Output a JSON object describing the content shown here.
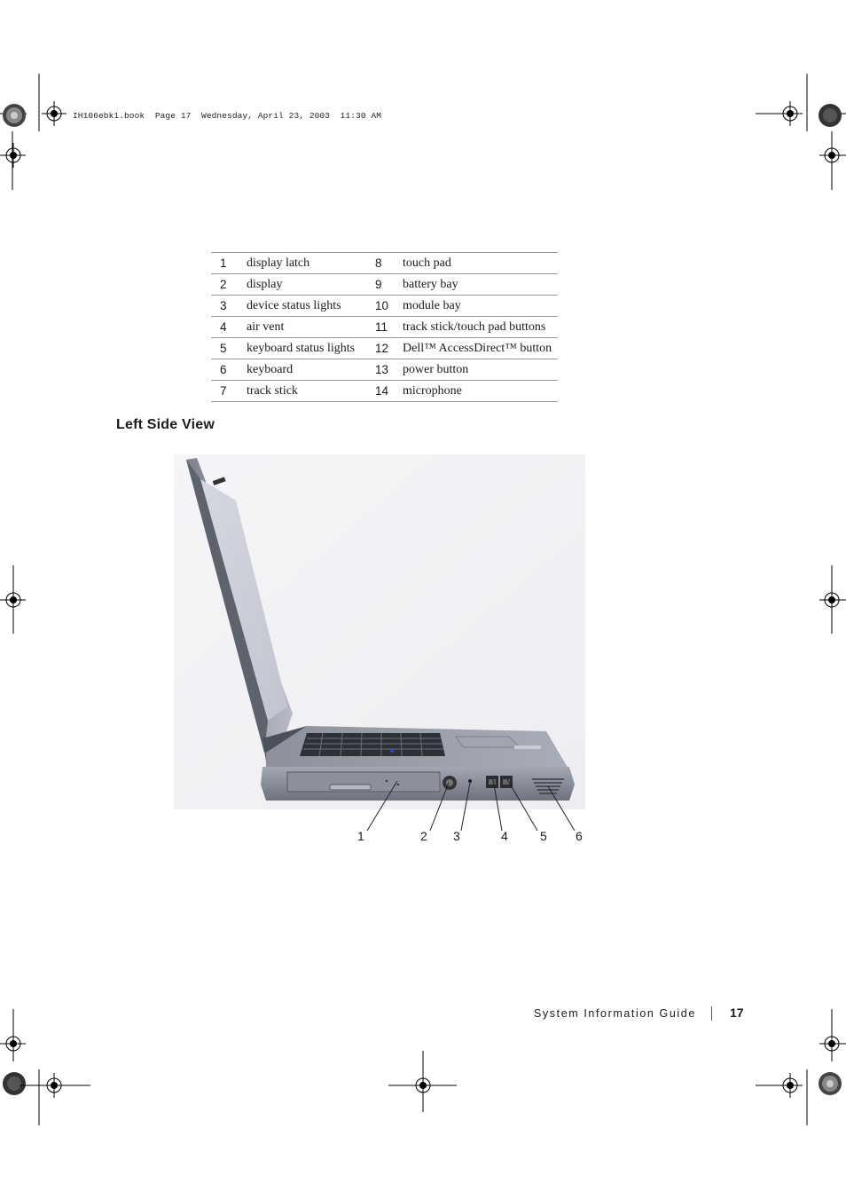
{
  "header": {
    "book_info": "IH106ebk1.book  Page 17  Wednesday, April 23, 2003  11:30 AM"
  },
  "legend": {
    "rows": [
      {
        "n1": "1",
        "l1": "display latch",
        "n2": "8",
        "l2": "touch pad"
      },
      {
        "n1": "2",
        "l1": "display",
        "n2": "9",
        "l2": "battery bay"
      },
      {
        "n1": "3",
        "l1": "device status lights",
        "n2": "10",
        "l2": "module bay"
      },
      {
        "n1": "4",
        "l1": "air vent",
        "n2": "11",
        "l2": "track stick/touch pad buttons"
      },
      {
        "n1": "5",
        "l1": "keyboard status lights",
        "n2": "12",
        "l2": "Dell™ AccessDirect™ button"
      },
      {
        "n1": "6",
        "l1": "keyboard",
        "n2": "13",
        "l2": "power button"
      },
      {
        "n1": "7",
        "l1": "track stick",
        "n2": "14",
        "l2": "microphone"
      }
    ]
  },
  "section": {
    "heading": "Left Side View"
  },
  "figure": {
    "callouts": [
      "1",
      "2",
      "3",
      "4",
      "5",
      "6"
    ]
  },
  "footer": {
    "title": "System Information Guide",
    "page_number": "17"
  }
}
